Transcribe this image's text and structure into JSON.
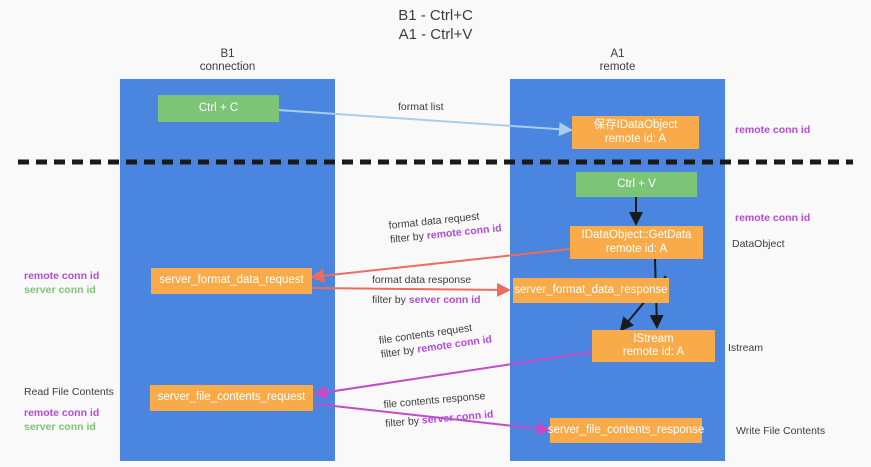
{
  "title": {
    "line1": "B1 - Ctrl+C",
    "line2": "A1 - Ctrl+V"
  },
  "lanes": [
    {
      "name": "B1",
      "sub": "connection"
    },
    {
      "name": "A1",
      "sub": "remote"
    }
  ],
  "nodes": {
    "ctrl_c": "Ctrl + C",
    "ctrl_v": "Ctrl + V",
    "save_dataobject_l1": "保存IDataObject",
    "save_dataobject_l2": "remote id: A",
    "getdata_l1": "IDataObject::GetData",
    "getdata_l2": "remote id: A",
    "istream_l1": "IStream",
    "istream_l2": "remote id: A",
    "server_format_data_request": "server_format_data_request",
    "server_format_data_response": "server_format_data_response",
    "server_file_contents_request": "server_file_contents_request",
    "server_file_contents_response": "server_file_contents_response"
  },
  "edges": {
    "format_list": "format list",
    "format_data_request": "format data request",
    "format_data_request_filter_prefix": "filter by ",
    "format_data_request_filter_tag": "remote conn id",
    "format_data_response": "format data response",
    "format_data_response_filter_prefix": "filter by ",
    "format_data_response_filter_tag": "server conn id",
    "file_contents_request": "file contents request",
    "file_contents_request_filter_prefix": "filter by ",
    "file_contents_request_filter_tag": "remote conn id",
    "file_contents_response": "file contents response",
    "file_contents_response_filter_prefix": "filter by ",
    "file_contents_response_filter_tag": "server conn id"
  },
  "side_labels": {
    "remote_conn_id_top": "remote conn id",
    "remote_conn_id_mid": "remote conn id",
    "dataobject": "DataObject",
    "istream": "Istream",
    "write_file_contents": "Write File Contents"
  },
  "left_margin": {
    "mid_remote": "remote conn id",
    "mid_server": "server conn id",
    "read_file_contents": "Read File Contents",
    "bot_remote": "remote conn id",
    "bot_server": "server conn id"
  },
  "colors": {
    "lane": "#4a86e0",
    "green_node": "#7cc576",
    "orange_node": "#f9ab4a",
    "remote_tag": "#b44bd6",
    "server_tag": "#7cc576",
    "arrow_light_blue": "#a8cdf0",
    "arrow_red": "#ef6b5e",
    "arrow_magenta": "#c34bc6",
    "arrow_black": "#1a1a1a",
    "divider": "#1a1a1a",
    "background": "#f9f9fa"
  }
}
